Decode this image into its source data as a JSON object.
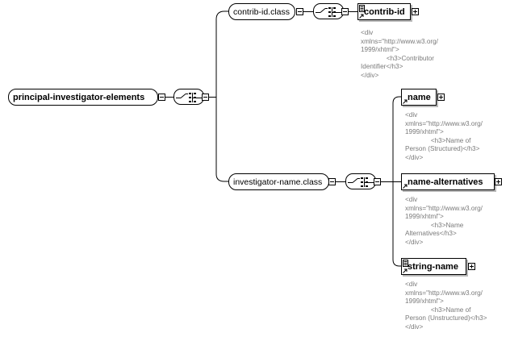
{
  "root": {
    "label": "principal-investigator-elements"
  },
  "groups": {
    "contrib_id_class": {
      "label": "contrib-id.class"
    },
    "investigator_name_class": {
      "label": "investigator-name.class"
    }
  },
  "elements": {
    "contrib_id": {
      "label": "contrib-id"
    },
    "name": {
      "label": "name"
    },
    "name_alternatives": {
      "label": "name-alternatives"
    },
    "string_name": {
      "label": "string-name"
    }
  },
  "annotations": {
    "contrib_id": "<div\nxmlns=\"http://www.w3.org/\n1999/xhtml\">\n              <h3>Contributor\nIdentifier</h3>\n</div>",
    "name": "<div\nxmlns=\"http://www.w3.org/\n1999/xhtml\">\n              <h3>Name of\nPerson (Structured)</h3>\n</div>",
    "name_alternatives": "<div\nxmlns=\"http://www.w3.org/\n1999/xhtml\">\n              <h3>Name\nAlternatives</h3>\n</div>",
    "string_name": "<div\nxmlns=\"http://www.w3.org/\n1999/xhtml\">\n              <h3>Name of\nPerson (Unstructured)</h3>\n</div>"
  }
}
